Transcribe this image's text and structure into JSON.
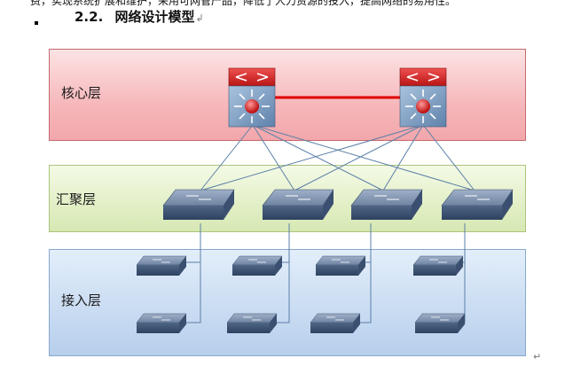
{
  "document": {
    "top_text_fragment": "费，实现系统扩展和维护，采用可网管产品，降低了人力资源的投入，提高网络的易用性。",
    "section_number": "2.2.",
    "section_title": "网络设计模型",
    "paragraph_mark": "↲",
    "end_mark": "↵"
  },
  "diagram": {
    "layers": [
      {
        "id": "core",
        "label": "核心层"
      },
      {
        "id": "aggregation",
        "label": "汇聚层"
      },
      {
        "id": "access",
        "label": "接入层"
      }
    ],
    "core_switches": [
      "core-switch-1",
      "core-switch-2"
    ],
    "aggregation_switches": [
      "agg-switch-1",
      "agg-switch-2",
      "agg-switch-3",
      "agg-switch-4"
    ],
    "access_switches": [
      "acc-1-1",
      "acc-1-2",
      "acc-2-1",
      "acc-2-2",
      "acc-3-1",
      "acc-3-2",
      "acc-4-1",
      "acc-4-2"
    ],
    "links": {
      "core_interconnect": [
        "core-switch-1",
        "core-switch-2"
      ],
      "core_to_aggregation": "full-mesh",
      "aggregation_to_access": "each aggregation switch connects to its column of access switches"
    },
    "colors": {
      "core_link": "#e00000",
      "mesh_link": "#5a7fa8",
      "core_bg": "#f6b8bb",
      "agg_bg": "#e2efc6",
      "access_bg": "#c8dbf2"
    }
  }
}
